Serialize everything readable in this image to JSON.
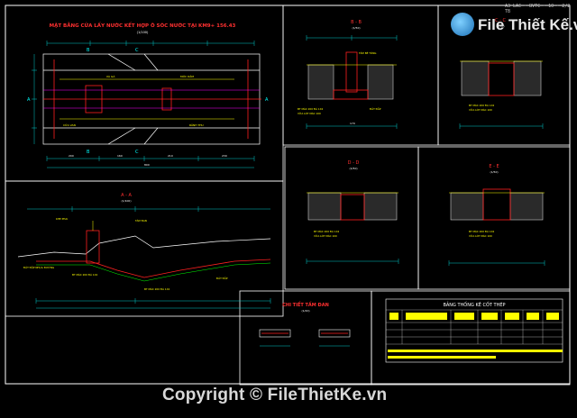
{
  "panels": {
    "plan": {
      "title": "MẶT BẰNG CỬA LẤY NƯỚC KẾT HỢP Ô SÓC NƯỚC TẠI KM9+ 156.43",
      "scale": "(1/100)"
    },
    "section_bb": {
      "title": "B - B",
      "scale": "(1/50)"
    },
    "section_cc": {
      "title": "C - C",
      "scale": "(1/50)"
    },
    "section_aa": {
      "title": "A - A",
      "scale": "(1/100)"
    },
    "section_dd": {
      "title": "D - D",
      "scale": "(1/50)"
    },
    "section_ee": {
      "title": "E - E",
      "scale": "(1/50)"
    },
    "detail": {
      "title": "CHI TIẾT TẤM ĐAN",
      "scale": "(1/20)"
    },
    "table": {
      "title": "BẢNG THỐNG KÊ CỐT THÉP"
    }
  },
  "logo": {
    "brand": "File Thiết Kế.vn",
    "icon": "filethietke-logo-icon"
  },
  "watermark": "Copyright © FileThietKe.vn",
  "corner_label": "A3 LAC · BVTC · 10 · 2/2 TB",
  "colors": {
    "background": "#000000",
    "frame": "#ffffff",
    "dim": "#00c8c8",
    "red": "#ff2020",
    "yellow": "#ffff00",
    "green": "#00ff00",
    "magenta": "#ff00ff"
  }
}
